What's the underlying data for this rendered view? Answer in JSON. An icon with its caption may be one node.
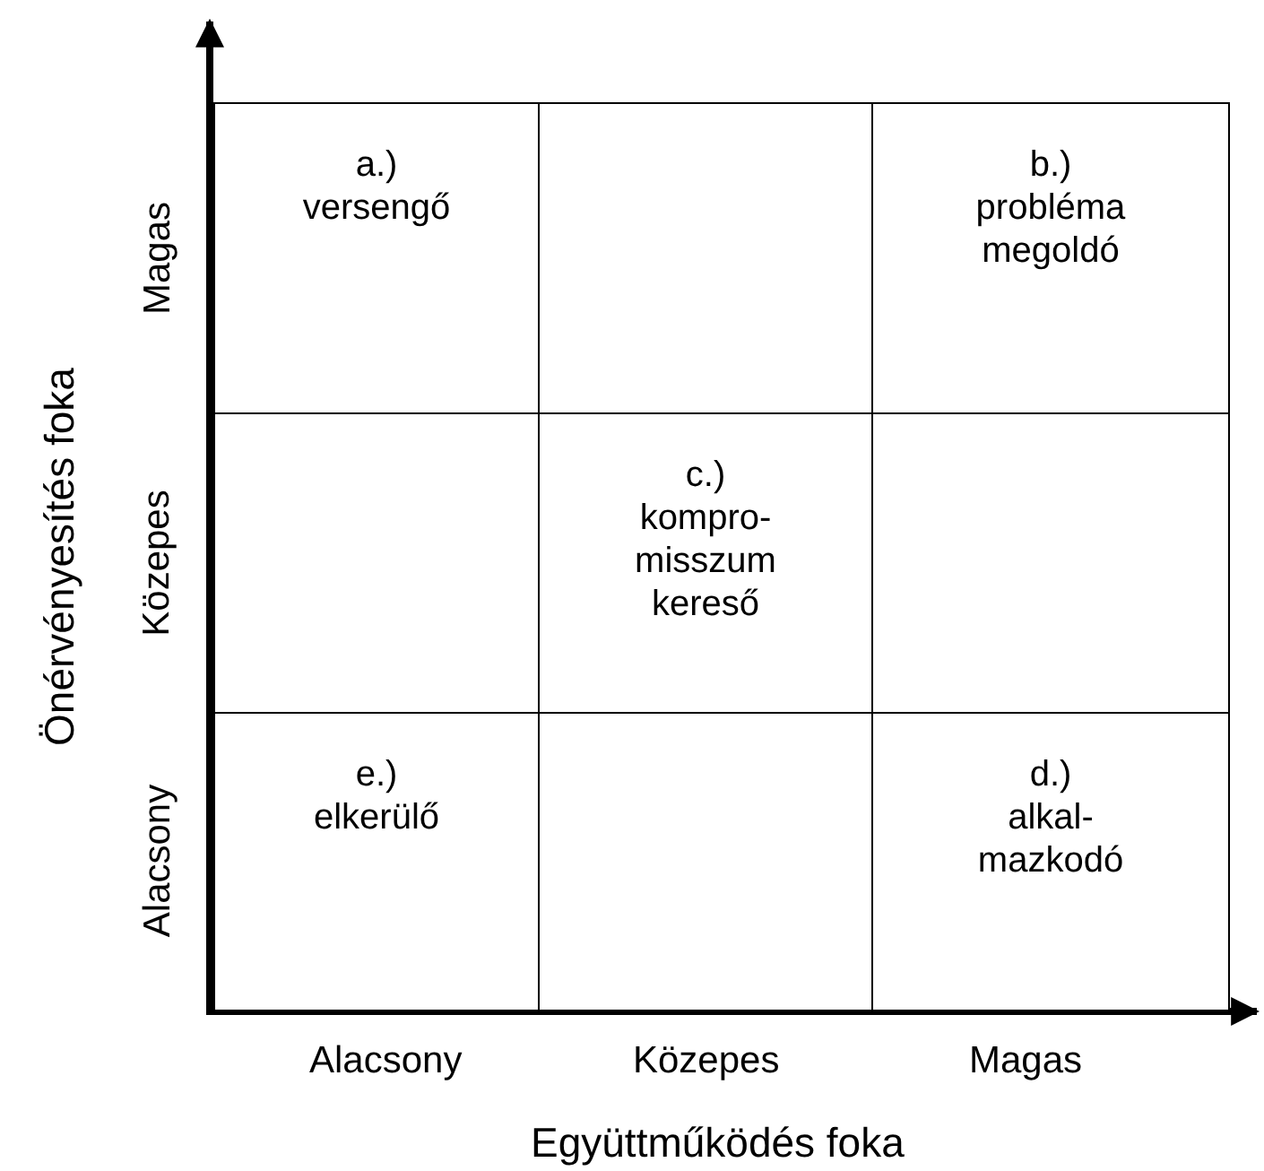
{
  "diagram": {
    "nodes": [
      {
        "text": [
          "a.)",
          "versengő"
        ]
      },
      {
        "text": [],
        "shape": "box"
      },
      {
        "text": [
          "b.)",
          "probléma megoldó"
        ]
      },
      {
        "text": [],
        "shape": "box"
      },
      {
        "text": [
          "c.)",
          "kompro- misszum kereső"
        ]
      },
      {
        "text": [],
        "shape": "box"
      },
      {
        "text": [
          "e.)",
          "elkerülő"
        ]
      },
      {
        "text": [],
        "shape": "box"
      },
      {
        "text": [
          "d.)",
          "alkal- mazkodó"
        ]
      }
    ],
    "labels": [
      "Önérvényesítés foka",
      "Magas",
      "Közepes",
      "Alacsony",
      "Alacsony",
      "Közepes",
      "Magas",
      "Együttműködés foka"
    ]
  }
}
